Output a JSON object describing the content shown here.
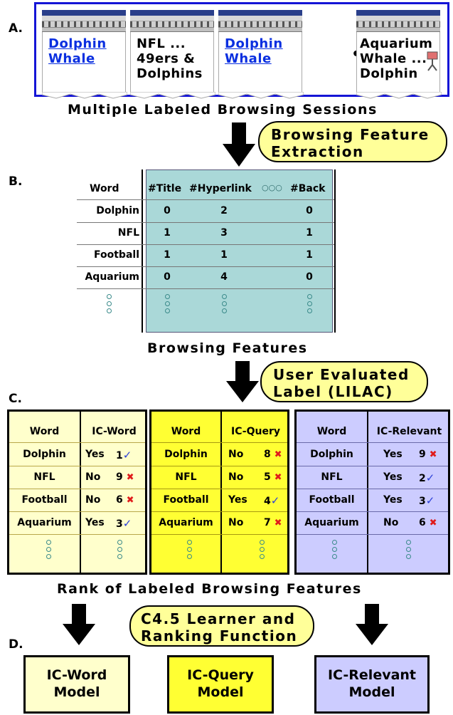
{
  "labels": {
    "a": "A.",
    "b": "B.",
    "c": "C.",
    "d": "D."
  },
  "sessions": [
    {
      "lines": [
        "Dolphin",
        "Whale"
      ],
      "link": true
    },
    {
      "lines": [
        "NFL ...",
        "49ers &",
        "Dolphins"
      ],
      "link": false
    },
    {
      "lines": [
        "Dolphin",
        "Whale"
      ],
      "link": true
    },
    {
      "lines": [
        "Aquarium",
        "Whale ...",
        "Dolphin"
      ],
      "link": false
    }
  ],
  "ellipsis": "•••",
  "captions": {
    "sessions": "Multiple Labeled Browsing Sessions",
    "features": "Browsing Features",
    "rank": "Rank of Labeled Browsing Features"
  },
  "bubbles": {
    "extraction": [
      "Browsing Feature",
      "Extraction"
    ],
    "lilac": [
      "User Evaluated",
      "Label (LILAC)"
    ],
    "learner": [
      "C4.5 Learner and",
      "Ranking Function"
    ]
  },
  "feature_table": {
    "headers": {
      "word": "Word",
      "title": "#Title",
      "hyperlink": "#Hyperlink",
      "sep": "○○○",
      "back": "#Back"
    },
    "rows": [
      {
        "word": "Dolphin",
        "title": "0",
        "hyperlink": "2",
        "back": "0"
      },
      {
        "word": "NFL",
        "title": "1",
        "hyperlink": "3",
        "back": "1"
      },
      {
        "word": "Football",
        "title": "1",
        "hyperlink": "1",
        "back": "1"
      },
      {
        "word": "Aquarium",
        "title": "0",
        "hyperlink": "4",
        "back": "0"
      }
    ]
  },
  "panels": [
    {
      "header_word": "Word",
      "header_label": "IC-Word",
      "color": "#ffffcc",
      "rows": [
        {
          "word": "Dolphin",
          "value": "Yes",
          "rank": "1",
          "mark": "✓"
        },
        {
          "word": "NFL",
          "value": "No",
          "rank": "9",
          "mark": "✖"
        },
        {
          "word": "Football",
          "value": "No",
          "rank": "6",
          "mark": "✖"
        },
        {
          "word": "Aquarium",
          "value": "Yes",
          "rank": "3",
          "mark": "✓"
        }
      ]
    },
    {
      "header_word": "Word",
      "header_label": "IC-Query",
      "color": "#ffff33",
      "rows": [
        {
          "word": "Dolphin",
          "value": "No",
          "rank": "8",
          "mark": "✖"
        },
        {
          "word": "NFL",
          "value": "No",
          "rank": "5",
          "mark": "✖"
        },
        {
          "word": "Football",
          "value": "Yes",
          "rank": "4",
          "mark": "✓"
        },
        {
          "word": "Aquarium",
          "value": "No",
          "rank": "7",
          "mark": "✖"
        }
      ]
    },
    {
      "header_word": "Word",
      "header_label": "IC-Relevant",
      "color": "#ccccff",
      "rows": [
        {
          "word": "Dolphin",
          "value": "Yes",
          "rank": "9",
          "mark": "✖"
        },
        {
          "word": "NFL",
          "value": "Yes",
          "rank": "2",
          "mark": "✓"
        },
        {
          "word": "Football",
          "value": "Yes",
          "rank": "3",
          "mark": "✓"
        },
        {
          "word": "Aquarium",
          "value": "No",
          "rank": "6",
          "mark": "✖"
        }
      ]
    }
  ],
  "models": [
    {
      "lines": [
        "IC-Word",
        "Model"
      ],
      "color": "#ffffcc"
    },
    {
      "lines": [
        "IC-Query",
        "Model"
      ],
      "color": "#ffff33"
    },
    {
      "lines": [
        "IC-Relevant",
        "Model"
      ],
      "color": "#ccccff"
    }
  ]
}
